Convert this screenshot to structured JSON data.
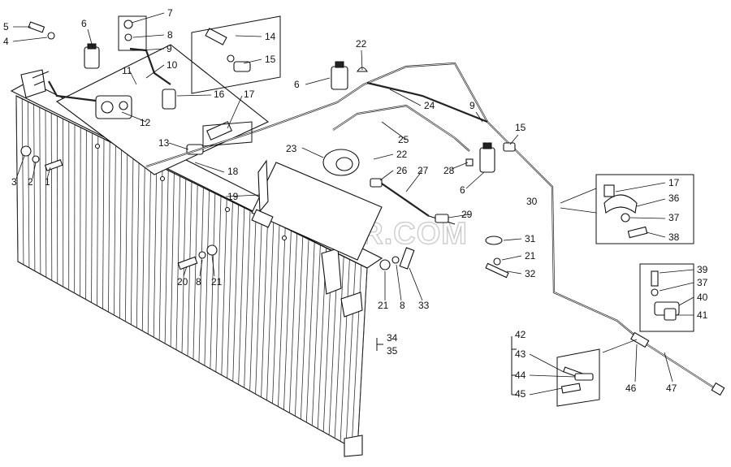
{
  "watermark": "SPEC-SERVER.COM",
  "callouts": [
    {
      "id": "c5a",
      "text": "5"
    },
    {
      "id": "c4a",
      "text": "4"
    },
    {
      "id": "c6a",
      "text": "6"
    },
    {
      "id": "c7",
      "text": "7"
    },
    {
      "id": "c8a",
      "text": "8"
    },
    {
      "id": "c9a",
      "text": "9"
    },
    {
      "id": "c10",
      "text": "10"
    },
    {
      "id": "c11",
      "text": "11"
    },
    {
      "id": "c12",
      "text": "12"
    },
    {
      "id": "c13",
      "text": "13"
    },
    {
      "id": "c14",
      "text": "14"
    },
    {
      "id": "c15a",
      "text": "15"
    },
    {
      "id": "c16",
      "text": "16"
    },
    {
      "id": "c17a",
      "text": "17"
    },
    {
      "id": "c18",
      "text": "18"
    },
    {
      "id": "c19",
      "text": "19"
    },
    {
      "id": "c3",
      "text": "3"
    },
    {
      "id": "c2",
      "text": "2"
    },
    {
      "id": "c1",
      "text": "1"
    },
    {
      "id": "c22a",
      "text": "22"
    },
    {
      "id": "c6b",
      "text": "6"
    },
    {
      "id": "c24",
      "text": "24"
    },
    {
      "id": "c9b",
      "text": "9"
    },
    {
      "id": "c25",
      "text": "25"
    },
    {
      "id": "c15b",
      "text": "15"
    },
    {
      "id": "c23",
      "text": "23"
    },
    {
      "id": "c22b",
      "text": "22"
    },
    {
      "id": "c26",
      "text": "26"
    },
    {
      "id": "c27",
      "text": "27"
    },
    {
      "id": "c28",
      "text": "28"
    },
    {
      "id": "c6c",
      "text": "6"
    },
    {
      "id": "c17b",
      "text": "17"
    },
    {
      "id": "c30",
      "text": "30"
    },
    {
      "id": "c36",
      "text": "36"
    },
    {
      "id": "c37a",
      "text": "37"
    },
    {
      "id": "c38",
      "text": "38"
    },
    {
      "id": "c29",
      "text": "29"
    },
    {
      "id": "c31",
      "text": "31"
    },
    {
      "id": "c21a",
      "text": "21"
    },
    {
      "id": "c32",
      "text": "32"
    },
    {
      "id": "c20",
      "text": "20"
    },
    {
      "id": "c8b",
      "text": "8"
    },
    {
      "id": "c21b",
      "text": "21"
    },
    {
      "id": "c21c",
      "text": "21"
    },
    {
      "id": "c8c",
      "text": "8"
    },
    {
      "id": "c33",
      "text": "33"
    },
    {
      "id": "c39",
      "text": "39"
    },
    {
      "id": "c37b",
      "text": "37"
    },
    {
      "id": "c40",
      "text": "40"
    },
    {
      "id": "c41",
      "text": "41"
    },
    {
      "id": "c34",
      "text": "34"
    },
    {
      "id": "c35",
      "text": "35"
    },
    {
      "id": "c42",
      "text": "42"
    },
    {
      "id": "c43",
      "text": "43"
    },
    {
      "id": "c44",
      "text": "44"
    },
    {
      "id": "c45",
      "text": "45"
    },
    {
      "id": "c46",
      "text": "46"
    },
    {
      "id": "c47",
      "text": "47"
    }
  ]
}
